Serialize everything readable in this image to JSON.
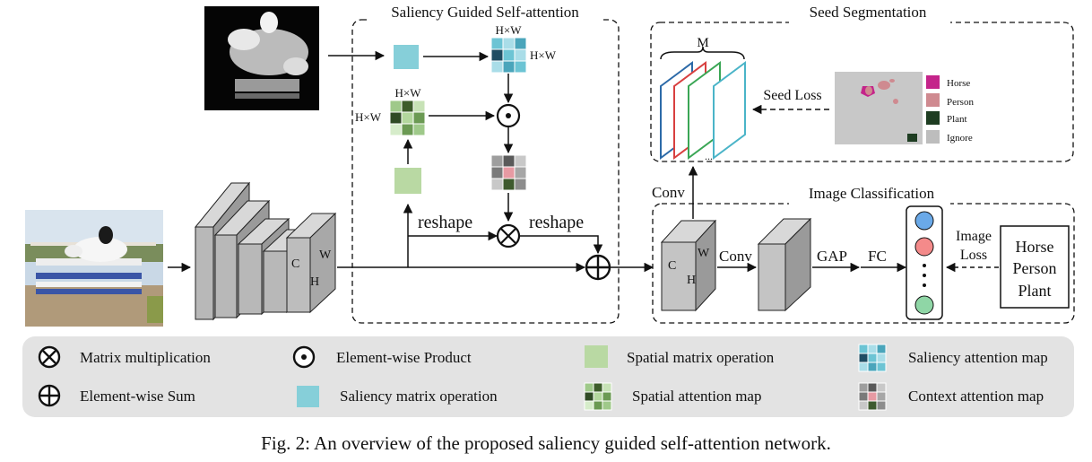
{
  "sections": {
    "attention": "Saliency Guided Self-attention",
    "seed": "Seed Segmentation",
    "classification": "Image Classification"
  },
  "labels": {
    "hw": "H×W",
    "reshape": "reshape",
    "conv": "Conv",
    "gap": "GAP",
    "fc": "FC",
    "m": "M",
    "seed_loss": "Seed Loss",
    "image_loss": [
      "Image",
      "Loss"
    ],
    "dims": {
      "c": "C",
      "w": "W",
      "h": "H"
    }
  },
  "class_labels": [
    "Horse",
    "Person",
    "Plant"
  ],
  "seg_legend": [
    {
      "label": "Horse",
      "color": "#c4248a"
    },
    {
      "label": "Person",
      "color": "#cf8a90"
    },
    {
      "label": "Plant",
      "color": "#1e3d22"
    },
    {
      "label": "Ignore",
      "color": "#bdbdbd"
    }
  ],
  "feature_map_colors": [
    "#2c6aa8",
    "#d84040",
    "#3aa655",
    "#4ab4c8"
  ],
  "output_circles": [
    "#6aa9e8",
    "#f48a8a",
    "#8fd6a6"
  ],
  "legend": [
    {
      "icon": "otimes-icon",
      "label": "Matrix multiplication"
    },
    {
      "icon": "odot-icon",
      "label": "Element-wise Product"
    },
    {
      "icon": "spatial-op-icon",
      "label": "Spatial matrix operation",
      "color": "#b9d9a3"
    },
    {
      "icon": "saliency-map-icon",
      "label": "Saliency attention map"
    },
    {
      "icon": "oplus-icon",
      "label": "Element-wise Sum"
    },
    {
      "icon": "saliency-op-icon",
      "label": "Saliency matrix operation",
      "color": "#86cfd9"
    },
    {
      "icon": "spatial-map-icon",
      "label": "Spatial attention map"
    },
    {
      "icon": "context-map-icon",
      "label": "Context attention map"
    }
  ],
  "caption": "Fig. 2: An overview of the proposed saliency guided self-attention network."
}
